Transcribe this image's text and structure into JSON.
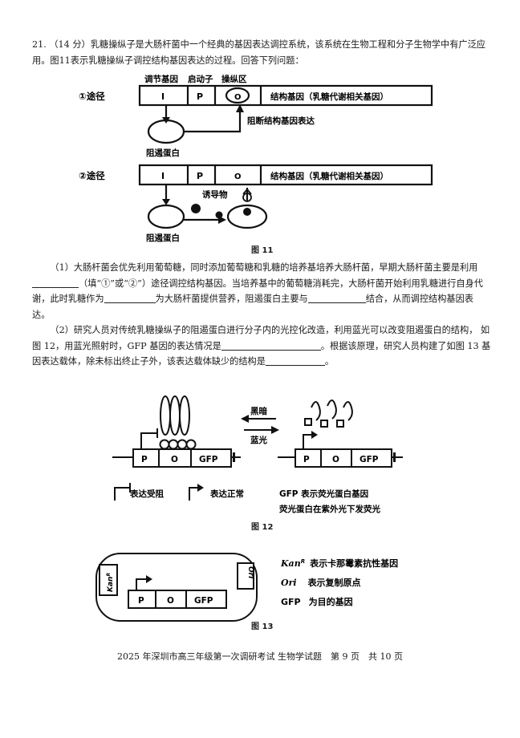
{
  "q21": {
    "number": "21.",
    "intro": "（14 分）乳糖操纵子是大肠杆菌中一个经典的基因表达调控系统，该系统在生物工程和分子生物学中有广泛应用。图11表示乳糖操纵子调控结构基因表达的过程。回答下列问题：",
    "fig11": {
      "top_label_reg": "调节基因",
      "top_label_prom": "启动子",
      "top_label_op": "操纵区",
      "path1": "①途径",
      "path2": "②途径",
      "seg_i": "I",
      "seg_p": "P",
      "seg_o": "O",
      "structural": "结构基因（乳糖代谢相关基因）",
      "block_label": "阻断结构基因表达",
      "repressor": "阻遏蛋白",
      "inducer": "诱导物",
      "caption": "图 11"
    },
    "p1_a": "（1）大肠杆菌会优先利用葡萄糖，同时添加葡萄糖和乳糖的培养基培养大肠杆菌，早期大肠杆菌主要是利用",
    "p1_b": "（填“①”或“②”）途径调控结构基因。当培养基中的葡萄糖消耗完，大肠杆菌开始利用乳糖进行自身代谢，此时乳糖作为",
    "p1_c": "为大肠杆菌提供营养，阻遏蛋白主要与",
    "p1_d": "结合，从而调控结构基因表达。",
    "p2_a": "（2）研究人员对传统乳糖操纵子的阻遏蛋白进行分子内的光控化改造，利用蓝光可以改变阻遏蛋白的结构， 如图 12，用蓝光照射时，GFP 基因的表达情况是",
    "p2_b": "。根据该原理，研究人员构建了如图 13 基因表达载体，除未标出终止子外，该表达载体缺少的结构是",
    "p2_c": "。",
    "fig12": {
      "dark": "黑暗",
      "blue": "蓝光",
      "seg_p": "P",
      "seg_o": "O",
      "seg_gfp": "GFP",
      "legend_blocked": "表达受阻",
      "legend_normal": "表达正常",
      "gfp_note1": "GFP 表示荧光蛋白基因",
      "gfp_note2": "荧光蛋白在紫外光下发荧光",
      "caption": "图 12"
    },
    "fig13": {
      "kan": "Kan",
      "kan_sup": "R",
      "ori": "Ori",
      "seg_p": "P",
      "seg_o": "O",
      "seg_gfp": "GFP",
      "legend_kan_desc": "表示卡那霉素抗性基因",
      "legend_ori_desc": "表示复制原点",
      "legend_gfp": "GFP",
      "legend_gfp_desc": "为目的基因",
      "caption": "图 13"
    }
  },
  "footer": "2025 年深圳市高三年级第一次调研考试 生物学试题　第 9 页　共 10 页"
}
